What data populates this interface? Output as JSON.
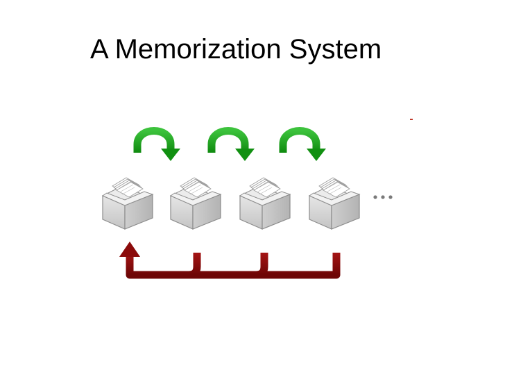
{
  "slide": {
    "title": "A Memorization System"
  },
  "colors": {
    "forward_arrow": "#1a9a1a",
    "return_arrow": "#8b0a0a",
    "box_face": "#d4d4d4",
    "box_outline": "#8c8c8c",
    "card": "#ffffff",
    "ellipsis": "#7a7a7a"
  },
  "diagram": {
    "box_count": 4,
    "forward_arrow_count": 3,
    "continuation": "ellipsis-dots",
    "return_arrow": "single-u-shaped-return"
  }
}
